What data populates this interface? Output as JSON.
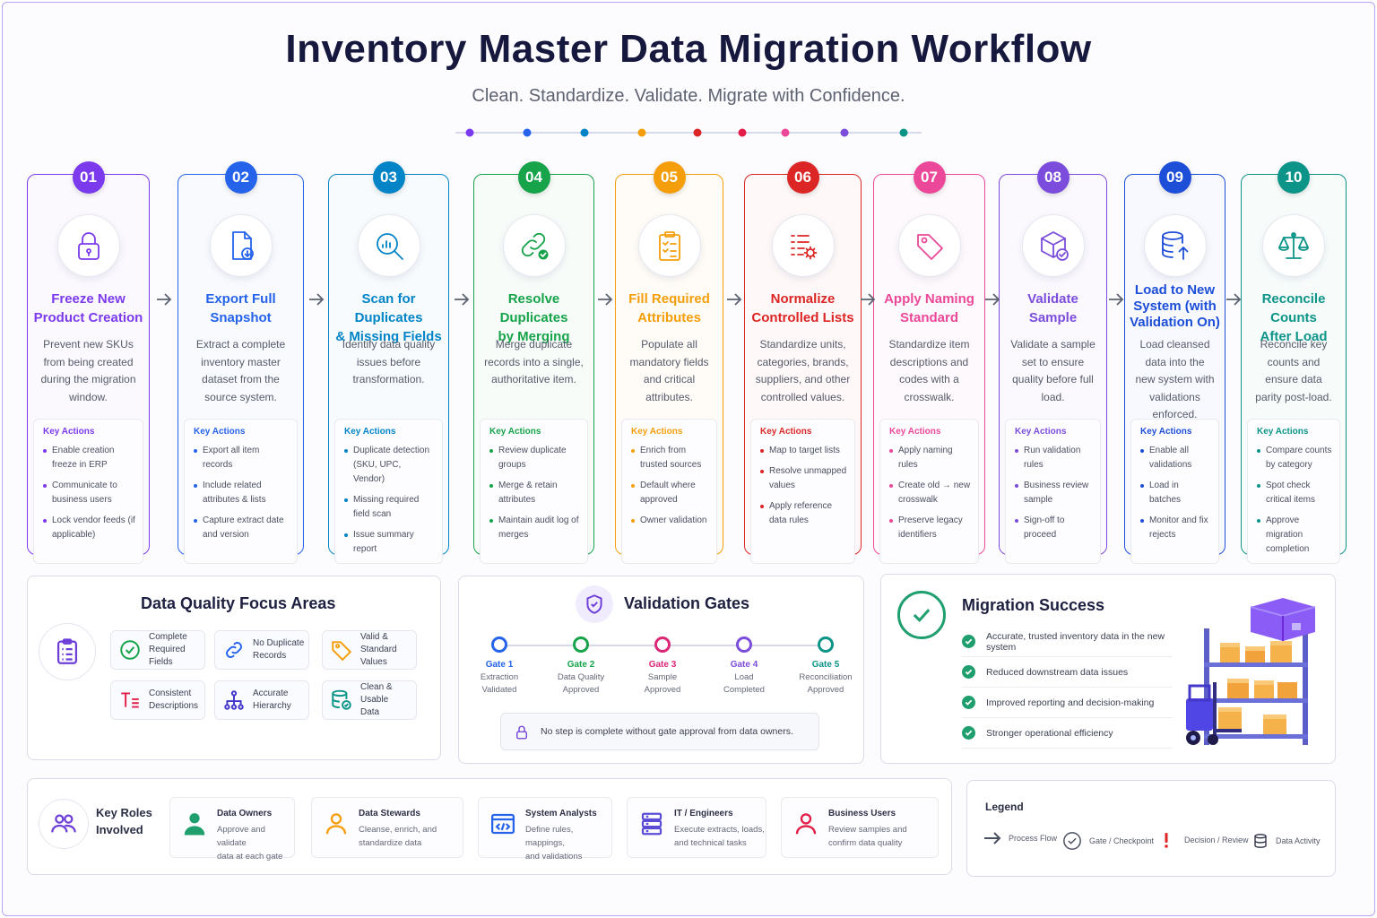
{
  "header": {
    "title": "Inventory Master Data Migration Workflow",
    "subtitle": "Clean. Standardize. Validate. Migrate with Confidence."
  },
  "colors": {
    "s1": "#7c3aed",
    "s2": "#2563eb",
    "s3": "#0284c7",
    "s4": "#16a34a",
    "s5": "#f59e0b",
    "s6": "#dc2626",
    "s7": "#ec4899",
    "s8": "#7c4ddc",
    "s9": "#1d4ed8",
    "s10": "#0d9488"
  },
  "steps": [
    {
      "number": "01",
      "icon": "lock-icon",
      "title": "Freeze New\nProduct Creation",
      "desc": "Prevent new SKUs from being created during the migration window.",
      "actions_title": "Key Actions",
      "actions": [
        "Enable creation freeze in ERP",
        "Communicate to business users",
        "Lock vendor feeds (if applicable)"
      ]
    },
    {
      "number": "02",
      "icon": "file-export-icon",
      "title": "Export Full\nSnapshot",
      "desc": "Extract a complete inventory master dataset from the source system.",
      "actions_title": "Key Actions",
      "actions": [
        "Export all item records",
        "Include related attributes & lists",
        "Capture extract date and version"
      ]
    },
    {
      "number": "03",
      "icon": "magnify-chart-icon",
      "title": "Scan for Duplicates\n& Missing Fields",
      "desc": "Identify data quality issues before transformation.",
      "actions_title": "Key Actions",
      "actions": [
        "Duplicate detection (SKU, UPC, Vendor)",
        "Missing required field scan",
        "Issue summary report"
      ]
    },
    {
      "number": "04",
      "icon": "link-check-icon",
      "title": "Resolve Duplicates\nby Merging",
      "desc": "Merge duplicate records into a single, authoritative item.",
      "actions_title": "Key Actions",
      "actions": [
        "Review duplicate groups",
        "Merge & retain attributes",
        "Maintain audit log of merges"
      ]
    },
    {
      "number": "05",
      "icon": "clipboard-list-icon",
      "title": "Fill Required\nAttributes",
      "desc": "Populate all mandatory fields and critical attributes.",
      "actions_title": "Key Actions",
      "actions": [
        "Enrich from trusted sources",
        "Default where approved",
        "Owner validation"
      ]
    },
    {
      "number": "06",
      "icon": "list-gear-icon",
      "title": "Normalize\nControlled Lists",
      "desc": "Standardize units, categories, brands, suppliers, and other controlled values.",
      "actions_title": "Key Actions",
      "actions": [
        "Map to target lists",
        "Resolve unmapped values",
        "Apply reference data rules"
      ]
    },
    {
      "number": "07",
      "icon": "tag-icon",
      "title": "Apply Naming\nStandard",
      "desc": "Standardize item descriptions and codes with a crosswalk.",
      "actions_title": "Key Actions",
      "actions": [
        "Apply naming rules",
        "Create old → new crosswalk",
        "Preserve legacy identifiers"
      ]
    },
    {
      "number": "08",
      "icon": "cube-check-icon",
      "title": "Validate\nSample",
      "desc": "Validate a sample set to ensure quality before full load.",
      "actions_title": "Key Actions",
      "actions": [
        "Run validation rules",
        "Business review sample",
        "Sign-off to proceed"
      ]
    },
    {
      "number": "09",
      "icon": "database-upload-icon",
      "title": "Load to New\nSystem (with\nValidation On)",
      "desc": "Load cleansed data into the new system with validations enforced.",
      "actions_title": "Key Actions",
      "actions": [
        "Enable all validations",
        "Load in batches",
        "Monitor and fix rejects"
      ]
    },
    {
      "number": "10",
      "icon": "scale-icon",
      "title": "Reconcile Counts\nAfter Load",
      "desc": "Reconcile key counts and ensure data parity post-load.",
      "actions_title": "Key Actions",
      "actions": [
        "Compare counts by category",
        "Spot check critical items",
        "Approve migration completion"
      ]
    }
  ],
  "quality": {
    "title": "Data Quality Focus Areas",
    "items": [
      {
        "label": "Complete\nRequired Fields",
        "icon": "check-circle-icon"
      },
      {
        "label": "No Duplicate\nRecords",
        "icon": "link-icon"
      },
      {
        "label": "Valid & Standard\nValues",
        "icon": "tag-icon"
      },
      {
        "label": "Consistent\nDescriptions",
        "icon": "text-format-icon"
      },
      {
        "label": "Accurate\nHierarchy",
        "icon": "hierarchy-icon"
      },
      {
        "label": "Clean & Usable\nData",
        "icon": "database-check-icon"
      }
    ]
  },
  "gates": {
    "title": "Validation Gates",
    "items": [
      {
        "name": "Gate 1",
        "sub": "Extraction\nValidated"
      },
      {
        "name": "Gate 2",
        "sub": "Data Quality\nApproved"
      },
      {
        "name": "Gate 3",
        "sub": "Sample\nApproved"
      },
      {
        "name": "Gate 4",
        "sub": "Load\nCompleted"
      },
      {
        "name": "Gate 5",
        "sub": "Reconciliation\nApproved"
      }
    ],
    "note": "No step is complete without gate approval from data owners."
  },
  "success": {
    "title": "Migration Success",
    "items": [
      "Accurate, trusted inventory data in the new system",
      "Reduced downstream data issues",
      "Improved reporting and decision-making",
      "Stronger operational efficiency"
    ]
  },
  "roles": {
    "title": "Key Roles\nInvolved",
    "items": [
      {
        "name": "Data Owners",
        "desc": "Approve and validate\ndata at each gate"
      },
      {
        "name": "Data Stewards",
        "desc": "Cleanse, enrich, and\nstandardize data"
      },
      {
        "name": "System Analysts",
        "desc": "Define rules, mappings,\nand validations"
      },
      {
        "name": "IT / Engineers",
        "desc": "Execute extracts, loads,\nand technical tasks"
      },
      {
        "name": "Business Users",
        "desc": "Review samples and\nconfirm data quality"
      }
    ]
  },
  "legend": {
    "title": "Legend",
    "items": [
      "Process Flow",
      "Gate / Checkpoint",
      "Decision / Review",
      "Data Activity"
    ]
  }
}
